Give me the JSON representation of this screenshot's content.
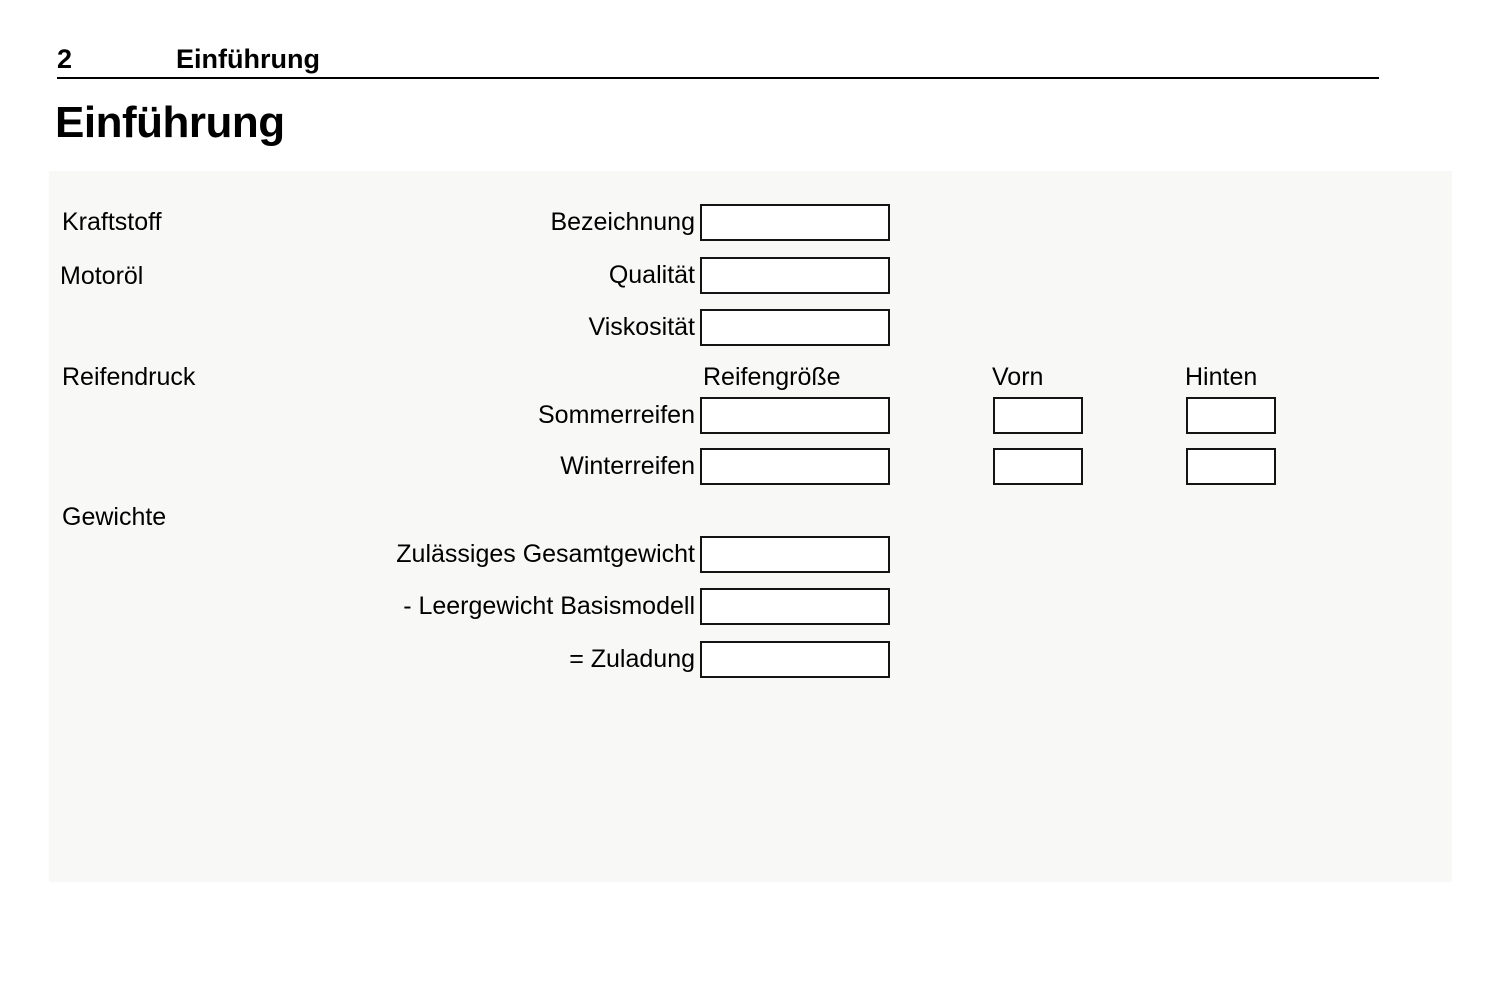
{
  "header": {
    "page_number": "2",
    "chapter_title": "Einführung"
  },
  "title": "Einführung",
  "form": {
    "row_labels": {
      "kraftstoff": "Kraftstoff",
      "motoroel": "Motoröl",
      "reifendruck": "Reifendruck",
      "gewichte": "Gewichte"
    },
    "field_labels": {
      "bezeichnung": "Bezeichnung",
      "qualitaet": "Qualität",
      "viskositaet": "Viskosität",
      "sommerreifen": "Sommerreifen",
      "winterreifen": "Winterreifen",
      "zulaessiges_gesamtgewicht": "Zulässiges Gesamtgewicht",
      "leergewicht_basismodell": "- Leergewicht Basismodell",
      "zuladung": "= Zuladung"
    },
    "column_headers": {
      "reifengroesse": "Reifengröße",
      "vorn": "Vorn",
      "hinten": "Hinten"
    },
    "field_values": {
      "bezeichnung": "",
      "qualitaet": "",
      "viskositaet": "",
      "sommerreifen_groesse": "",
      "sommerreifen_vorn": "",
      "sommerreifen_hinten": "",
      "winterreifen_groesse": "",
      "winterreifen_vorn": "",
      "winterreifen_hinten": "",
      "zulaessiges_gesamtgewicht": "",
      "leergewicht_basismodell": "",
      "zuladung": ""
    }
  }
}
